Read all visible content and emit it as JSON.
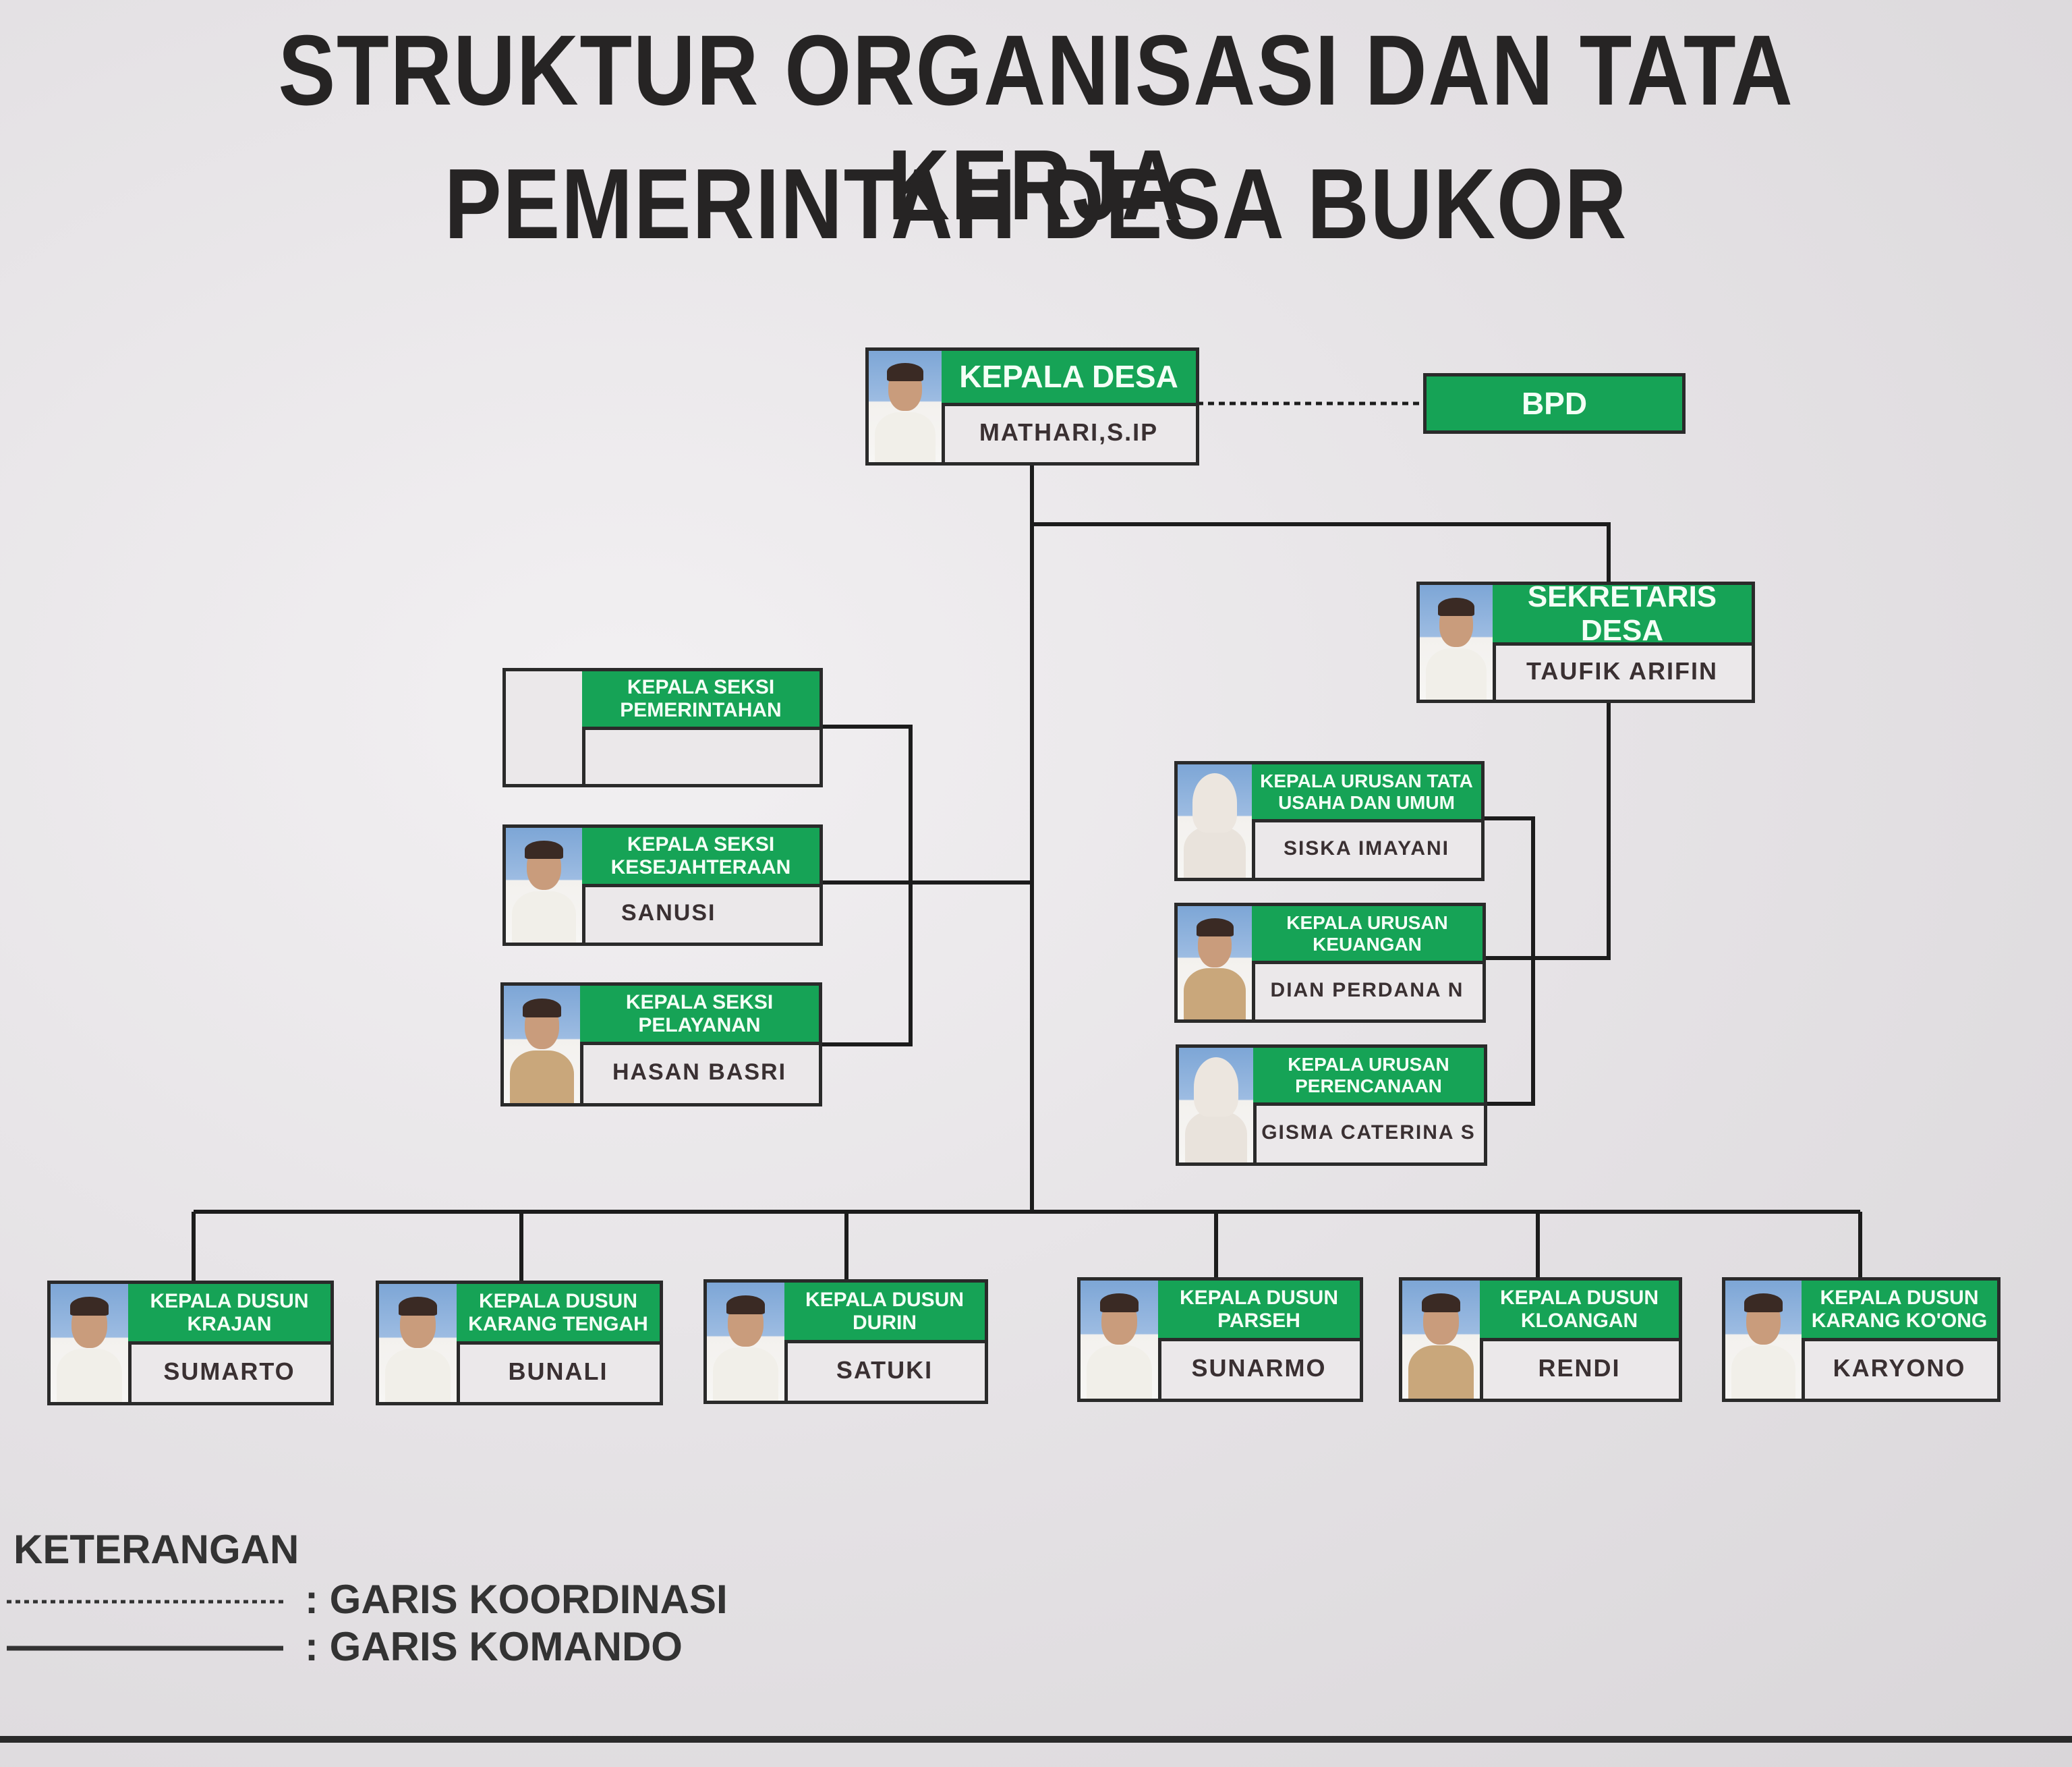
{
  "title_line1": "STRUKTUR ORGANISASI DAN TATA KERJA",
  "title_line2": "PEMERINTAH DESA BUKOR",
  "kepala_desa": {
    "role": "KEPALA DESA",
    "name": "MATHARI,S.IP"
  },
  "bpd": {
    "label": "BPD"
  },
  "sekretaris": {
    "role": "SEKRETARIS DESA",
    "name": "TAUFIK ARIFIN"
  },
  "seksi": [
    {
      "role": "KEPALA SEKSI PEMERINTAHAN",
      "name": ""
    },
    {
      "role": "KEPALA SEKSI KESEJAHTERAAN",
      "name": "SANUSI"
    },
    {
      "role": "KEPALA SEKSI PELAYANAN",
      "name": "HASAN BASRI"
    }
  ],
  "urusan": [
    {
      "role": "KEPALA URUSAN TATA USAHA DAN UMUM",
      "name": "SISKA IMAYANI"
    },
    {
      "role": "KEPALA URUSAN KEUANGAN",
      "name": "DIAN PERDANA N"
    },
    {
      "role": "KEPALA URUSAN PERENCANAAN",
      "name": "GISMA CATERINA S"
    }
  ],
  "dusun": [
    {
      "role": "KEPALA DUSUN KRAJAN",
      "name": "SUMARTO"
    },
    {
      "role": "KEPALA DUSUN KARANG TENGAH",
      "name": "BUNALI"
    },
    {
      "role": "KEPALA DUSUN DURIN",
      "name": "SATUKI"
    },
    {
      "role": "KEPALA DUSUN PARSEH",
      "name": "SUNARMO"
    },
    {
      "role": "KEPALA DUSUN KLOANGAN",
      "name": "RENDI"
    },
    {
      "role": "KEPALA DUSUN KARANG KO'ONG",
      "name": "KARYONO"
    }
  ],
  "legend": {
    "title": "KETERANGAN",
    "koordinasi": ": GARIS KOORDINASI",
    "komando": ": GARIS KOMANDO"
  },
  "colors": {
    "green": "#16a356",
    "line": "#1c1c1c"
  }
}
